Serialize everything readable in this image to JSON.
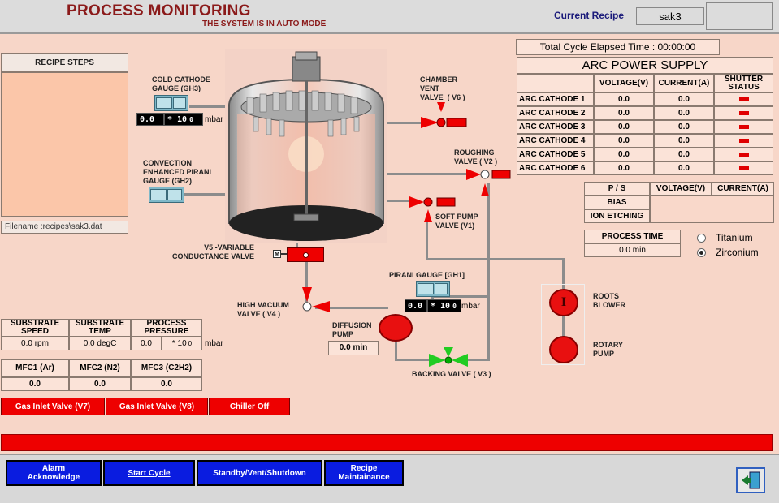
{
  "header": {
    "title": "PROCESS MONITORING",
    "subtitle": "THE SYSTEM IS IN AUTO MODE",
    "current_recipe_label": "Current Recipe",
    "current_recipe_value": "sak3"
  },
  "recipe_steps": {
    "title": "RECIPE STEPS",
    "filename": "Filename :recipes\\sak3.dat"
  },
  "gauges": {
    "gh3": {
      "label": "COLD CATHODE\nGAUGE (GH3)",
      "value": "0.0",
      "exp": "* 10",
      "exp_power": "0",
      "unit": "mbar"
    },
    "gh2": {
      "label": "CONVECTION\nENHANCED PIRANI\nGAUGE (GH2)"
    },
    "gh1": {
      "label": "PIRANI GAUGE [GH1]",
      "value": "0.0",
      "exp": "* 10",
      "exp_power": "0",
      "unit": "mbar"
    }
  },
  "valves": {
    "v6": "CHAMBER\nVENT\nVALVE  ( V6 )",
    "v2": "ROUGHING\nVALVE ( V2 )",
    "v1": "SOFT PUMP\nVALVE (V1)",
    "v5": "V5 -VARIABLE\nCONDUCTANCE VALVE",
    "v5_m": "M",
    "v4": "HIGH VACUUM\nVALVE ( V4 )",
    "v3": "BACKING VALVE ( V3 )"
  },
  "pumps": {
    "diffusion": "DIFFUSION\nPUMP",
    "diffusion_time": "0.0 min",
    "roots": "ROOTS\nBLOWER",
    "roots_symbol": "I",
    "rotary": "ROTARY\nPUMP"
  },
  "cycle": {
    "label": "Total Cycle Elapsed Time : 00:00:00"
  },
  "arc": {
    "title": "ARC POWER SUPPLY",
    "headers": [
      "",
      "VOLTAGE(V)",
      "CURRENT(A)",
      "SHUTTER\nSTATUS"
    ],
    "rows": [
      {
        "name": "ARC CATHODE 1",
        "v": "0.0",
        "a": "0.0"
      },
      {
        "name": "ARC CATHODE 2",
        "v": "0.0",
        "a": "0.0"
      },
      {
        "name": "ARC CATHODE 3",
        "v": "0.0",
        "a": "0.0"
      },
      {
        "name": "ARC CATHODE 4",
        "v": "0.0",
        "a": "0.0"
      },
      {
        "name": "ARC CATHODE 5",
        "v": "0.0",
        "a": "0.0"
      },
      {
        "name": "ARC CATHODE 6",
        "v": "0.0",
        "a": "0.0"
      }
    ],
    "shutter_color": "#e00000"
  },
  "ps": {
    "headers": [
      "P / S",
      "VOLTAGE(V)",
      "CURRENT(A)"
    ],
    "rows": [
      "BIAS",
      "ION ETCHING"
    ]
  },
  "process_time": {
    "label": "PROCESS TIME",
    "value": "0.0 min"
  },
  "material": {
    "options": [
      "Titanium",
      "Zirconium"
    ],
    "selected": "Zirconium"
  },
  "substrate": {
    "headers": [
      "SUBSTRATE\nSPEED",
      "SUBSTRATE\nTEMP",
      "PROCESS\nPRESSURE"
    ],
    "speed": "0.0 rpm",
    "temp": "0.0 degC",
    "pressure": "0.0",
    "pressure_exp": "* 10",
    "pressure_exp_power": "0",
    "unit": "mbar"
  },
  "mfc": {
    "headers": [
      "MFC1 (Ar)",
      "MFC2 (N2)",
      "MFC3 (C2H2)"
    ],
    "values": [
      "0.0",
      "0.0",
      "0.0"
    ]
  },
  "status_buttons": [
    "Gas Inlet Valve (V7)",
    "Gas Inlet Valve (V8)",
    "Chiller Off"
  ],
  "toolbar": {
    "alarm": "Alarm\nAcknowledge",
    "start": "Start Cycle",
    "standby": "Standby/Vent/Shutdown",
    "recipe": "Recipe\nMaintainance"
  },
  "colors": {
    "bg": "#f7d6c8",
    "red": "#ee0000",
    "blue": "#0a1ce0",
    "pipe": "#8c8c8c"
  }
}
